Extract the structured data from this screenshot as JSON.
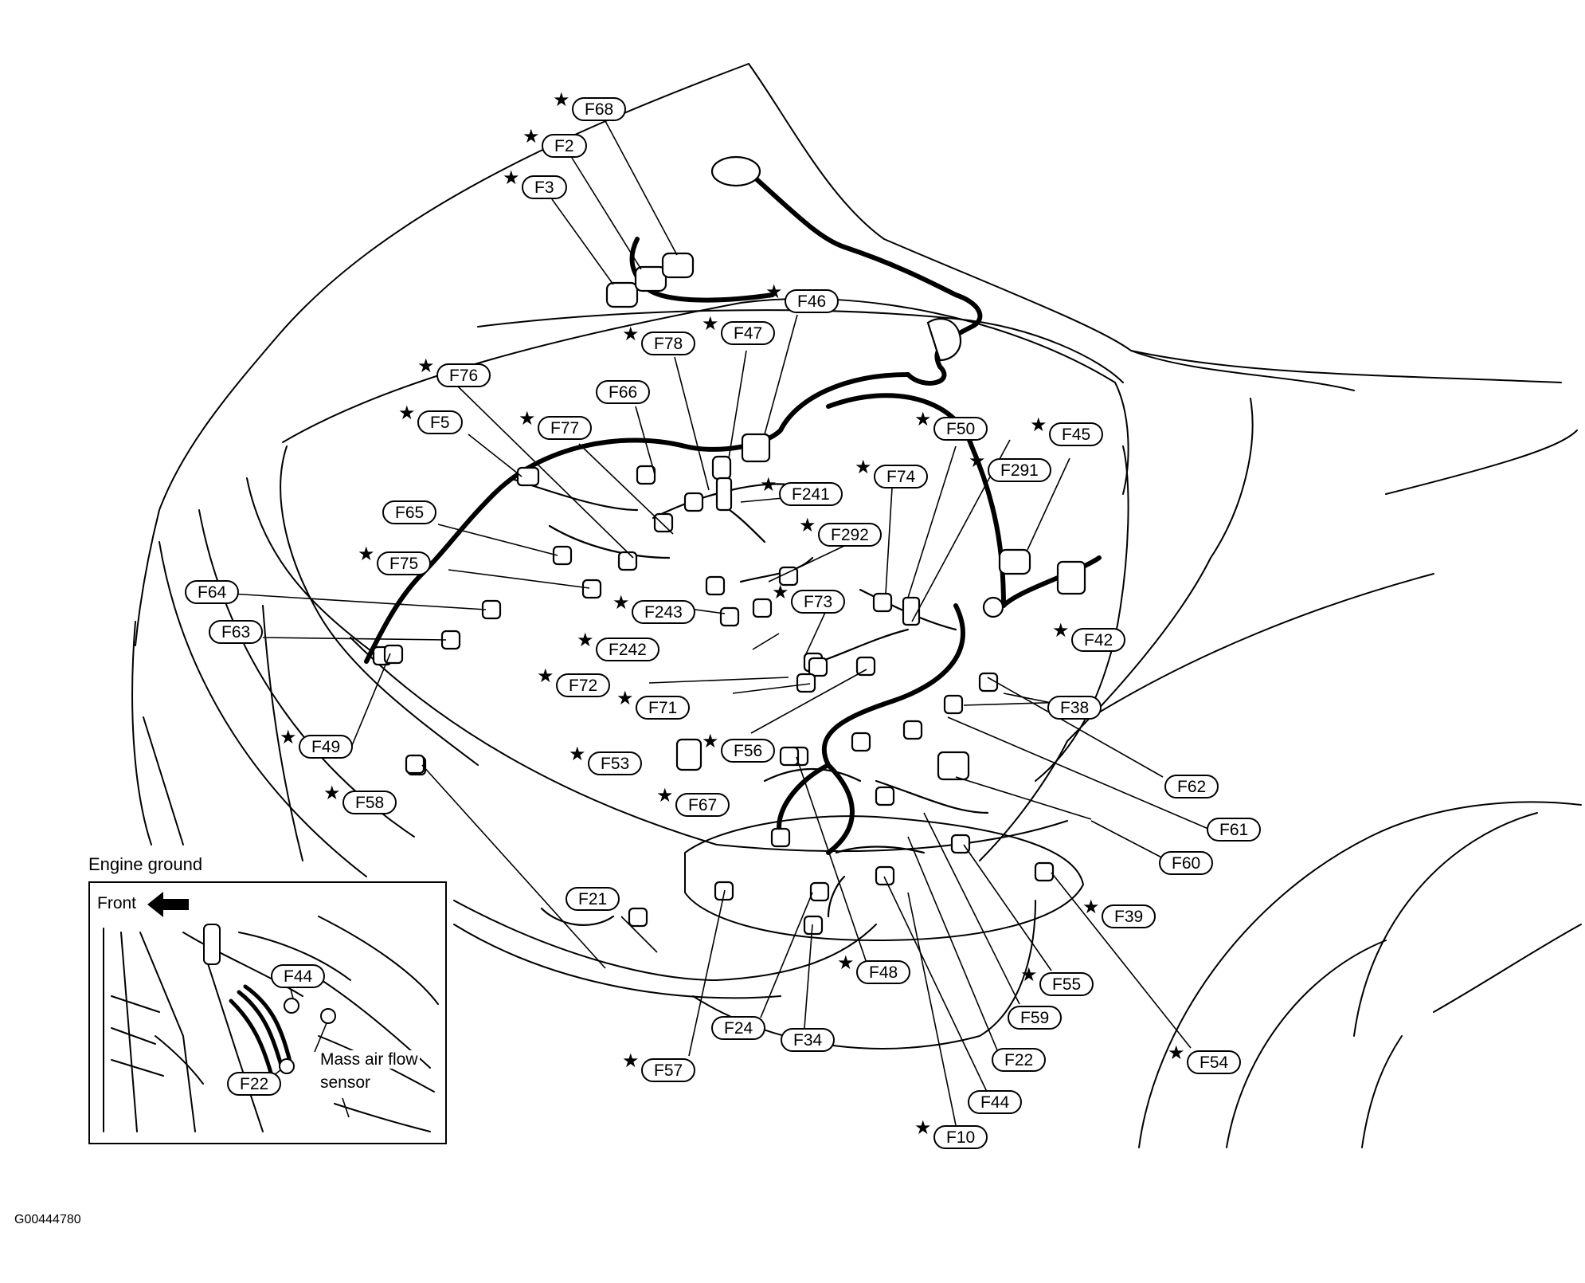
{
  "labels": [
    {
      "id": "F68",
      "starred": true
    },
    {
      "id": "F2",
      "starred": true
    },
    {
      "id": "F3",
      "starred": true
    },
    {
      "id": "F46",
      "starred": true
    },
    {
      "id": "F47",
      "starred": true
    },
    {
      "id": "F78",
      "starred": true
    },
    {
      "id": "F76",
      "starred": true
    },
    {
      "id": "F66",
      "starred": false
    },
    {
      "id": "F5",
      "starred": true
    },
    {
      "id": "F77",
      "starred": true
    },
    {
      "id": "F241",
      "starred": true
    },
    {
      "id": "F50",
      "starred": true
    },
    {
      "id": "F45",
      "starred": true
    },
    {
      "id": "F74",
      "starred": true
    },
    {
      "id": "F291",
      "starred": true
    },
    {
      "id": "F65",
      "starred": false
    },
    {
      "id": "F292",
      "starred": true
    },
    {
      "id": "F75",
      "starred": true
    },
    {
      "id": "F64",
      "starred": false
    },
    {
      "id": "F243",
      "starred": true
    },
    {
      "id": "F73",
      "starred": true
    },
    {
      "id": "F63",
      "starred": false
    },
    {
      "id": "F242",
      "starred": true
    },
    {
      "id": "F42",
      "starred": true
    },
    {
      "id": "F72",
      "starred": true
    },
    {
      "id": "F71",
      "starred": true
    },
    {
      "id": "F38",
      "starred": false
    },
    {
      "id": "F49",
      "starred": true
    },
    {
      "id": "F56",
      "starred": true
    },
    {
      "id": "F53",
      "starred": true
    },
    {
      "id": "F62",
      "starred": false
    },
    {
      "id": "F58",
      "starred": true
    },
    {
      "id": "F67",
      "starred": true
    },
    {
      "id": "F61",
      "starred": false
    },
    {
      "id": "F60",
      "starred": false
    },
    {
      "id": "F39",
      "starred": true
    },
    {
      "id": "F21",
      "starred": false
    },
    {
      "id": "F48",
      "starred": true
    },
    {
      "id": "F55",
      "starred": true
    },
    {
      "id": "F59",
      "starred": false
    },
    {
      "id": "F24",
      "starred": false
    },
    {
      "id": "F34",
      "starred": false
    },
    {
      "id": "F22",
      "starred": false
    },
    {
      "id": "F54",
      "starred": true
    },
    {
      "id": "F57",
      "starred": true
    },
    {
      "id": "F44",
      "starred": false
    },
    {
      "id": "F10",
      "starred": true
    }
  ],
  "inset": {
    "title": "Engine ground",
    "front_label": "Front",
    "mass_air_flow_label": "Mass air flow",
    "sensor_label": "sensor",
    "label_f44": "F44",
    "label_f22": "F22"
  },
  "figure_code": "G00444780",
  "star_symbol": "★"
}
